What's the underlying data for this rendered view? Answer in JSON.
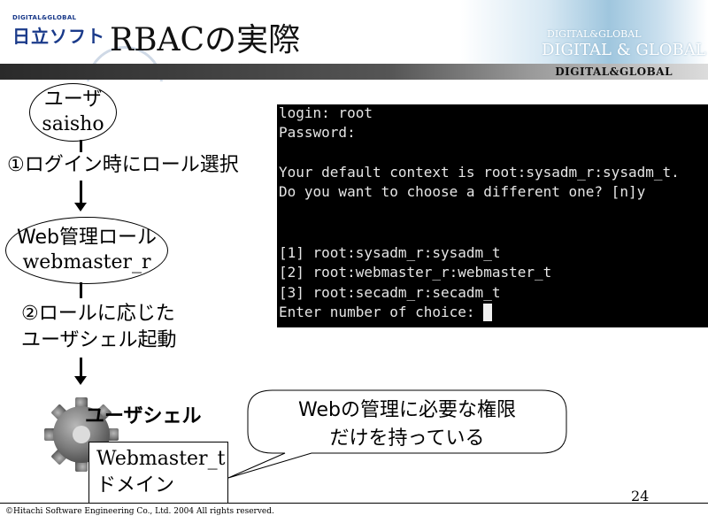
{
  "header": {
    "logo_small": "DIGITAL&GLOBAL",
    "logo_main": "日立ソフト",
    "title": "RBACの実際",
    "band_label": "DIGITAL&GLOBAL",
    "ghost_small": "DIGITAL&GLOBAL",
    "ghost_big": "DIGITAL & GLOBAL"
  },
  "flow": {
    "user_node": {
      "line1": "ユーザ",
      "line2": "saisho"
    },
    "step1": "①ログイン時にロール選択",
    "web_node": {
      "line1": "Web管理ロール",
      "line2": "webmaster_r"
    },
    "step2_line1": "②ロールに応じた",
    "step2_line2": "ユーザシェル起動"
  },
  "terminal": {
    "lines": [
      "login: root",
      "Password:",
      "",
      "Your default context is root:sysadm_r:sysadm_t.",
      "Do you want to choose a different one? [n]y",
      "",
      "",
      "[1] root:sysadm_r:sysadm_t",
      "[2] root:webmaster_r:webmaster_t",
      "[3] root:secadm_r:secadm_t",
      "Enter number of choice: "
    ]
  },
  "shell": {
    "label": "ユーザシェル",
    "domain_en": "Webmaster_t",
    "domain_jp": "ドメイン"
  },
  "callout": {
    "line1": "Webの管理に必要な権限",
    "line2": "だけを持っている"
  },
  "footer": {
    "page_number": "24",
    "copyright": "©Hitachi Software Engineering Co., Ltd. 2004 All rights reserved."
  },
  "icons": {
    "gear": "gear-icon",
    "cursor": "block-cursor-icon"
  }
}
